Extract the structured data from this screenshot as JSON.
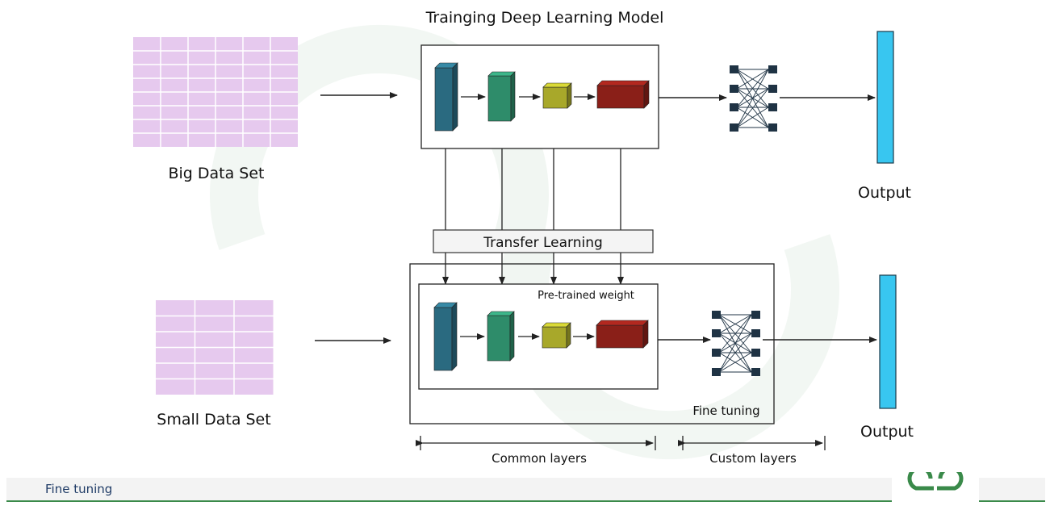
{
  "title": "Trainging Deep Learning Model",
  "datasets": {
    "big": "Big Data Set",
    "small": "Small Data Set"
  },
  "outputs": {
    "top": "Output",
    "bottom": "Output"
  },
  "labels": {
    "transfer_learning": "Transfer Learning",
    "pretrained_weight": "Pre-trained weight",
    "fine_tuning": "Fine tuning",
    "common_layers": "Common layers",
    "custom_layers": "Custom layers"
  },
  "footer": {
    "label": "Fine tuning",
    "logo": "GfG"
  },
  "colors": {
    "grid": "#e6c9ee",
    "grid_line": "#ffffff",
    "layer1": "#2a6a80",
    "layer2": "#2e8c6a",
    "layer3": "#a8a82a",
    "layer4": "#8a1f18",
    "output_bar": "#38c6f0",
    "node": "#1f3344",
    "line": "#222222",
    "footer_accent": "#3a8a4a",
    "logo": "#3a8a4a"
  }
}
